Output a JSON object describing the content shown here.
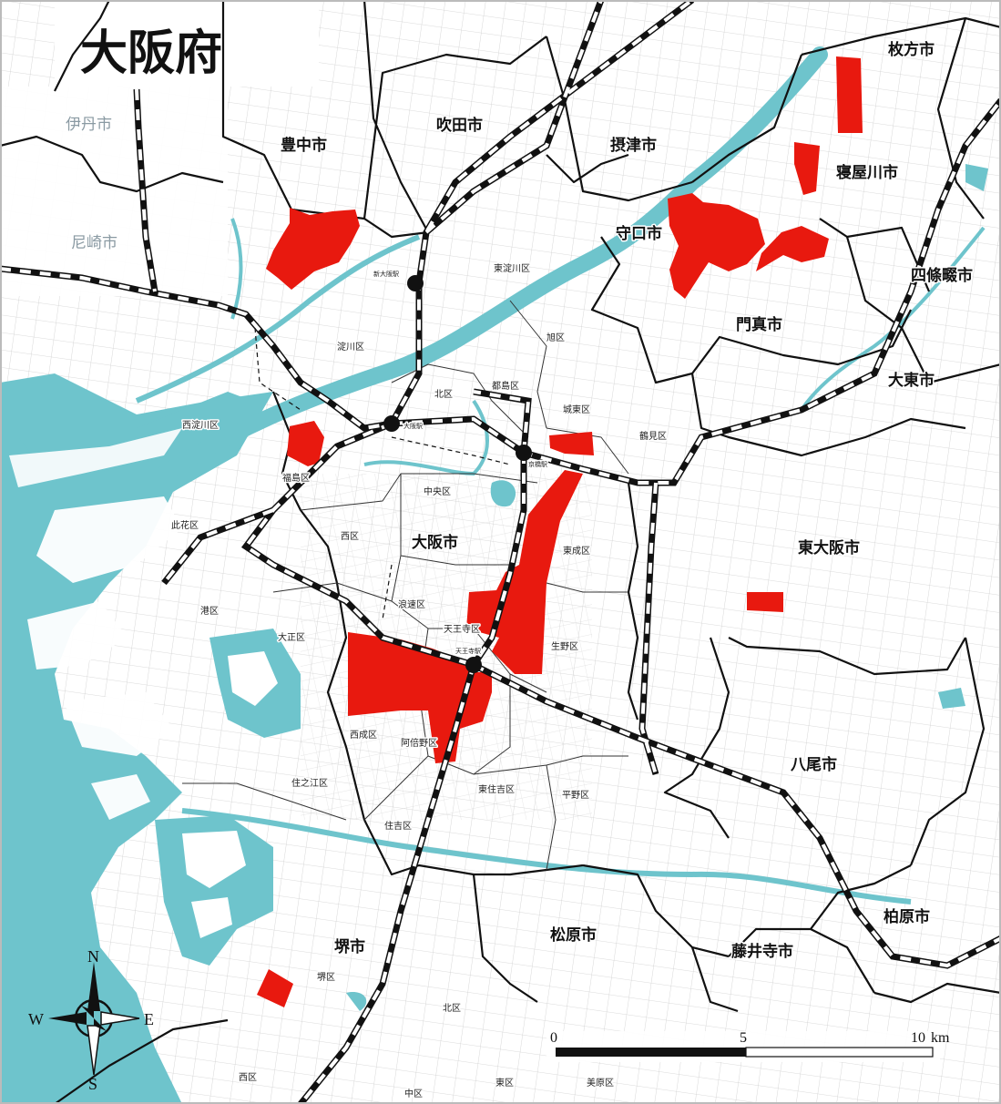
{
  "title": "大阪府",
  "colors": {
    "water": "#6ec4cc",
    "highlight": "#e8190f",
    "boundary": "#111111",
    "street": "#c9c9c9",
    "background": "#ffffff"
  },
  "cities": {
    "hirakata": "枚方市",
    "itami": "伊丹市",
    "suita": "吹田市",
    "toyonaka": "豊中市",
    "settsu": "摂津市",
    "neyagawa": "寝屋川市",
    "amagasaki": "尼崎市",
    "moriguchi": "守口市",
    "shijonawate": "四條畷市",
    "kadoma": "門真市",
    "daito": "大東市",
    "osaka": "大阪市",
    "higashiosaka": "東大阪市",
    "yao": "八尾市",
    "kashiwara": "柏原市",
    "sakai": "堺市",
    "matsubara": "松原市",
    "fujiidera": "藤井寺市"
  },
  "wards": {
    "higashiyodogawa": "東淀川区",
    "yodogawa": "淀川区",
    "asahi": "旭区",
    "nishiyodogawa": "西淀川区",
    "kita": "北区",
    "miyakojima": "都島区",
    "joto": "城東区",
    "tsurumi": "鶴見区",
    "fukushima": "福島区",
    "chuo": "中央区",
    "konohana": "此花区",
    "nishi": "西区",
    "higashinari": "東成区",
    "minato": "港区",
    "naniwa": "浪速区",
    "taisho": "大正区",
    "tennoji": "天王寺区",
    "ikuno": "生野区",
    "nishinari": "西成区",
    "abeno": "阿倍野区",
    "suminoe": "住之江区",
    "higashisumiyoshi": "東住吉区",
    "hirano": "平野区",
    "sumiyoshi": "住吉区",
    "sakai_ku": "堺区",
    "sakai_kita": "北区",
    "sakai_nishi": "西区",
    "sakai_naka": "中区",
    "sakai_higashi": "東区",
    "sakai_mihara": "美原区"
  },
  "stations": {
    "shinosaka": "新大阪駅",
    "osaka": "大阪駅",
    "kyobashi": "京橋駅",
    "tennoji": "天王寺駅"
  },
  "scale_bar": {
    "labels": [
      "0",
      "5",
      "10"
    ],
    "unit": "km"
  },
  "compass": {
    "n": "N",
    "e": "E",
    "s": "S",
    "w": "W"
  }
}
